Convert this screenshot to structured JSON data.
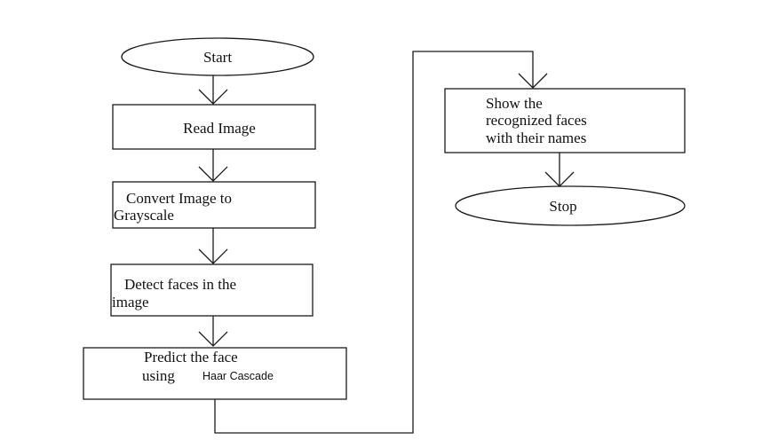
{
  "diagram": {
    "nodes": {
      "start": {
        "label": "Start"
      },
      "read_image": {
        "label": "Read Image"
      },
      "convert": {
        "line1": "Convert Image to",
        "line2": "Grayscale"
      },
      "detect": {
        "line1": "Detect faces in the",
        "line2": "image"
      },
      "predict": {
        "line1": "Predict the face",
        "line2_prefix": "using",
        "line2_method": "Haar Cascade"
      },
      "show": {
        "line1": "Show the",
        "line2": "recognized faces",
        "line3": "with their names"
      },
      "stop": {
        "label": "Stop"
      }
    },
    "colors": {
      "stroke": "#1a1a1a",
      "fill": "#ffffff",
      "text": "#111111"
    }
  }
}
